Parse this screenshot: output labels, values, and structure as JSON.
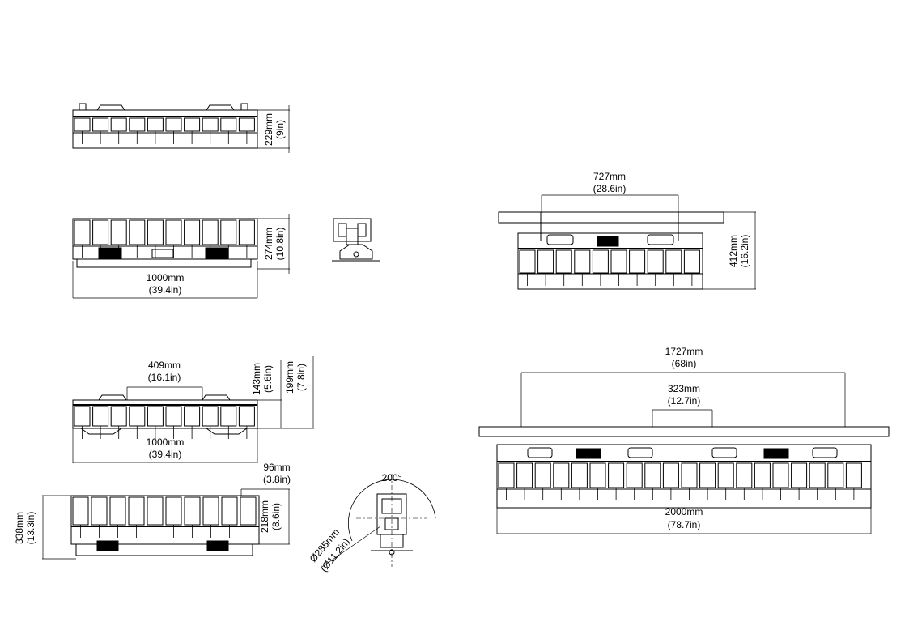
{
  "drawing": {
    "line_color": "#000000",
    "background": "#ffffff",
    "dimensions": {
      "top_height_mm": "229mm",
      "top_height_in": "(9in)",
      "side_height_mm": "274mm",
      "side_height_in": "(10.8in)",
      "side_width_mm": "1000mm",
      "side_width_in": "(39.4in)",
      "right_top_width_mm": "727mm",
      "right_top_width_in": "(28.6in)",
      "right_top_height_mm": "412mm",
      "right_top_height_in": "(16.2in)",
      "third_gap_mm": "409mm",
      "third_gap_in": "(16.1in)",
      "third_h1_mm": "143mm",
      "third_h1_in": "(5.6in)",
      "third_h2_mm": "199mm",
      "third_h2_in": "(7.8in)",
      "third_width_mm": "1000mm",
      "third_width_in": "(39.4in)",
      "fourth_offset_mm": "96mm",
      "fourth_offset_in": "(3.8in)",
      "fourth_height_mm": "218mm",
      "fourth_height_in": "(8.6in)",
      "fourth_total_mm": "338mm",
      "fourth_total_in": "(13.3in)",
      "round_angle": "200°",
      "round_dia_mm": "Ø285mm",
      "round_dia_in": "(Ø11.2in)",
      "big_outer_mm": "1727mm",
      "big_outer_in": "(68in)",
      "big_inner_mm": "323mm",
      "big_inner_in": "(12.7in)",
      "big_width_mm": "2000mm",
      "big_width_in": "(78.7in)"
    }
  }
}
